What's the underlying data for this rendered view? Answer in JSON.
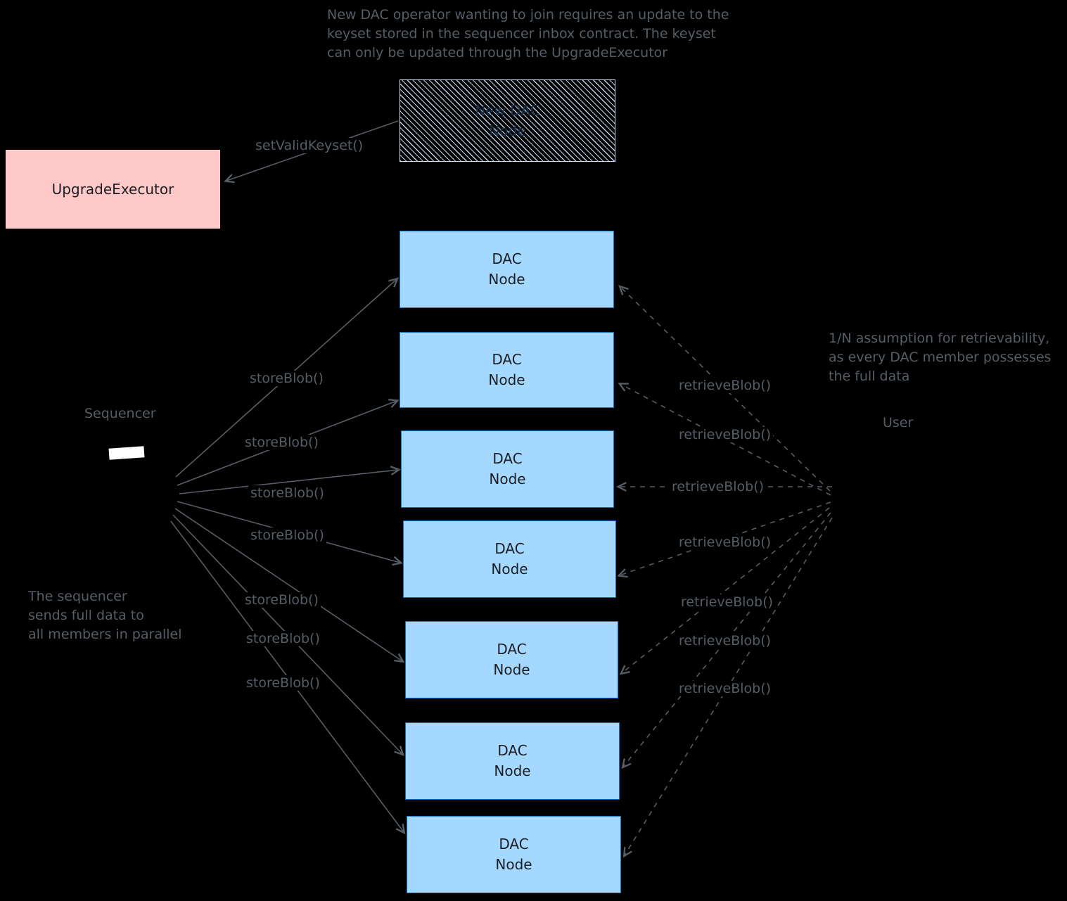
{
  "colors": {
    "background": "#000000",
    "ink": "#565d64",
    "box_text": "#1b1f23",
    "dac_fill": "#a5d8ff",
    "dac_border": "#1971c2",
    "upgrade_fill": "#ffc9c9",
    "hatch_line": "#cfe3f7"
  },
  "annotations": {
    "top": "New DAC operator wanting to join requires an update to the\nkeyset stored in the sequencer inbox contract. The keyset\ncan only be updated through the UpgradeExecutor",
    "right": "1/N assumption for retrievability,\nas every DAC member possesses\nthe full data",
    "left": "The sequencer\nsends full data to\nall members in parallel"
  },
  "actors": {
    "sequencer_label": "Sequencer",
    "user_label": "User"
  },
  "boxes": {
    "upgrade_executor": {
      "label": "UpgradeExecutor"
    },
    "new_dac_node": {
      "label": "New DAC\nNode"
    }
  },
  "edges": {
    "set_valid_keyset_label": "setValidKeyset()",
    "store": [
      {
        "label": "storeBlob()"
      },
      {
        "label": "storeBlob()"
      },
      {
        "label": "storeBlob()"
      },
      {
        "label": "storeBlob()"
      },
      {
        "label": "storeBlob()"
      },
      {
        "label": "storeBlob()"
      },
      {
        "label": "storeBlob()"
      }
    ],
    "retrieve": [
      {
        "label": "retrieveBlob()"
      },
      {
        "label": "retrieveBlob()"
      },
      {
        "label": "retrieveBlob()"
      },
      {
        "label": "retrieveBlob()"
      },
      {
        "label": "retrieveBlob()"
      },
      {
        "label": "retrieveBlob()"
      },
      {
        "label": "retrieveBlob()"
      }
    ]
  },
  "dac_nodes": [
    {
      "label": "DAC\nNode"
    },
    {
      "label": "DAC\nNode"
    },
    {
      "label": "DAC\nNode"
    },
    {
      "label": "DAC\nNode"
    },
    {
      "label": "DAC\nNode"
    },
    {
      "label": "DAC\nNode"
    },
    {
      "label": "DAC\nNode"
    }
  ]
}
